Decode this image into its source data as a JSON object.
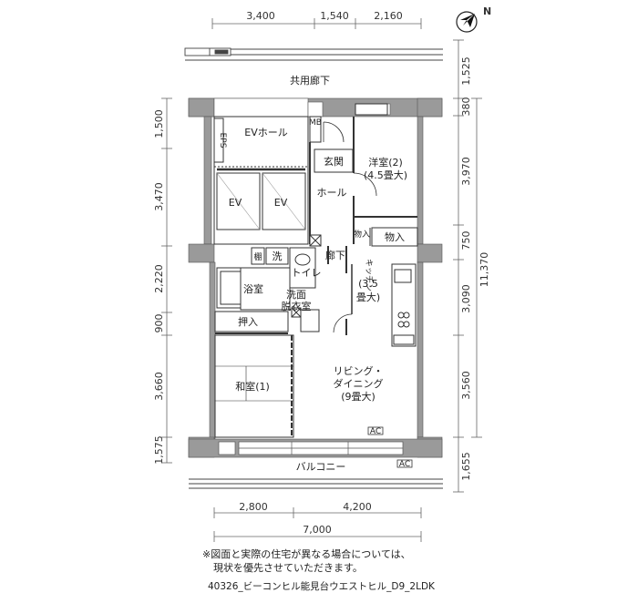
{
  "dimensions": {
    "top": [
      "3,400",
      "1,540",
      "2,160"
    ],
    "bottom": [
      "2,800",
      "4,200"
    ],
    "bottom_total": "7,000",
    "left": [
      "1,500",
      "3,470",
      "2,220",
      "900",
      "3,660",
      "1,575"
    ],
    "right": [
      "1,525",
      "380",
      "3,970",
      "750",
      "3,090",
      "3,560",
      "1,655"
    ],
    "right_total": "11,370"
  },
  "rooms": {
    "corridor": "共用廊下",
    "ev_hall": "EVホール",
    "ev1": "EV",
    "ev2": "EV",
    "eps": "EPS",
    "mb": "MB",
    "entrance": "玄関",
    "hall": "ホール",
    "western_name": "洋室(2)",
    "western_size": "(4.5畳大)",
    "storage1": "物入",
    "storage2": "物入",
    "shelf": "棚",
    "washer": "洗",
    "toilet": "トイレ",
    "hallway": "廊下",
    "bath": "浴室",
    "wash1": "洗面",
    "wash2": "脱衣室",
    "closet": "押入",
    "kitchen1": "キッチン",
    "kitchen2": "(3.5",
    "kitchen3": "畳大)",
    "japanese": "和室(1)",
    "living1": "リビング・",
    "living2": "ダイニング",
    "living3": "(9畳大)",
    "ac1": "AC",
    "ac2": "AC",
    "balcony": "バルコニー"
  },
  "compass": "N",
  "note_lines": [
    "※図面と実際の住宅が異なる場合については、",
    "現状を優先させていただきます。"
  ],
  "caption": "40326_ビーコンヒル能見台ウエストヒル_D9_2LDK"
}
